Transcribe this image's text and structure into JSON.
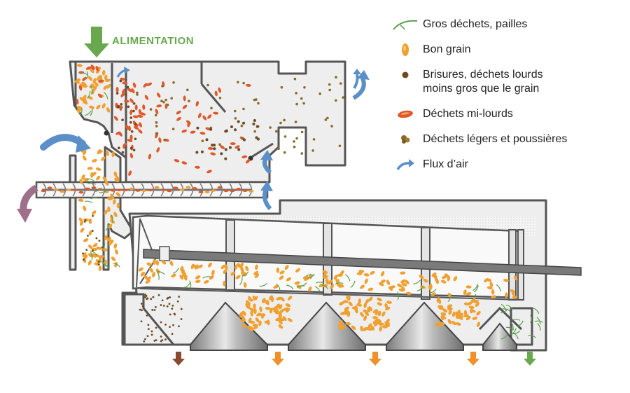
{
  "feed_label": "ALIMENTATION",
  "legend": [
    {
      "icon": "straw-icon",
      "label_lines": [
        "Gros déchets, pailles"
      ],
      "color": "#5aa04a"
    },
    {
      "icon": "grain-icon",
      "label_lines": [
        "Bon grain"
      ],
      "color": "#f0a030"
    },
    {
      "icon": "heavy-dot-icon",
      "label_lines": [
        "Brisures, déchets lourds",
        "moins gros que le grain"
      ],
      "color": "#6b4a20"
    },
    {
      "icon": "medium-waste-icon",
      "label_lines": [
        "Déchets mi-lourds"
      ],
      "color": "#e0582a"
    },
    {
      "icon": "dust-icon",
      "label_lines": [
        "Déchets légers et poussières"
      ],
      "color": "#8a6a28"
    },
    {
      "icon": "airflow-arrow-icon",
      "label_lines": [
        "Flux d’air"
      ],
      "color": "#5b8fc7"
    }
  ],
  "colors": {
    "machine_fill": "#eeeeee",
    "machine_stroke": "#555555",
    "air_arrow": "#5b8fc7",
    "feed_arrow": "#6aa84f",
    "reject_arrow": "#a0708a",
    "grain": "#f0a030",
    "medium_waste": "#e0582a",
    "heavy_dot": "#6b4a20",
    "dust": "#8a6a28",
    "straw": "#5aa04a"
  }
}
